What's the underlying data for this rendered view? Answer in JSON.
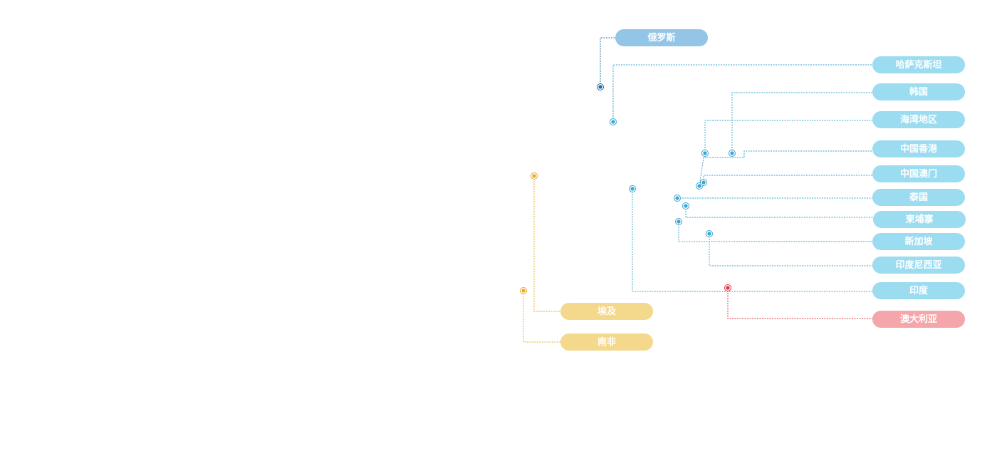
{
  "colors": {
    "russia": "#93c6e6",
    "asia": "#9bdcf1",
    "africa": "#f4d88c",
    "australia": "#f4a6aa",
    "line_russia": "#1b6aa0",
    "line_asia": "#3aa6d0",
    "line_africa": "#efa61f",
    "line_australia": "#d8343f"
  },
  "map": {
    "callouts": [
      {
        "id": "russia",
        "label": "俄罗斯",
        "group": "russia"
      },
      {
        "id": "kazakhstan",
        "label": "哈萨克斯坦",
        "group": "asia"
      },
      {
        "id": "korea",
        "label": "韩国",
        "group": "asia"
      },
      {
        "id": "gulf",
        "label": "海湾地区",
        "group": "asia"
      },
      {
        "id": "hongkong",
        "label": "中国香港",
        "group": "asia"
      },
      {
        "id": "macau",
        "label": "中国澳门",
        "group": "asia"
      },
      {
        "id": "thailand",
        "label": "泰国",
        "group": "asia"
      },
      {
        "id": "cambodia",
        "label": "柬埔寨",
        "group": "asia"
      },
      {
        "id": "singapore",
        "label": "新加坡",
        "group": "asia"
      },
      {
        "id": "indonesia",
        "label": "印度尼西亚",
        "group": "asia"
      },
      {
        "id": "india",
        "label": "印度",
        "group": "asia"
      },
      {
        "id": "australia",
        "label": "澳大利亚",
        "group": "australia"
      },
      {
        "id": "egypt",
        "label": "埃及",
        "group": "africa"
      },
      {
        "id": "southafrica",
        "label": "南非",
        "group": "africa"
      }
    ]
  }
}
